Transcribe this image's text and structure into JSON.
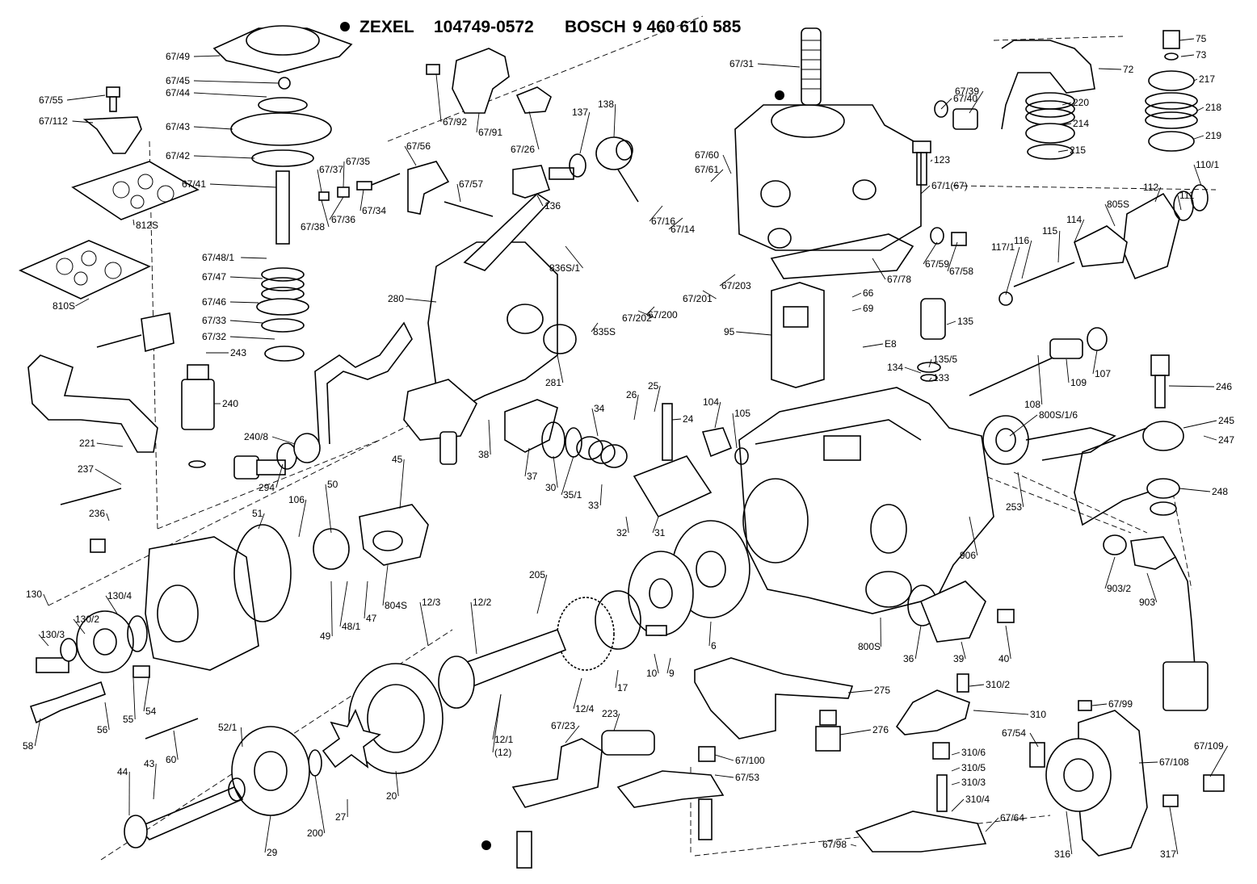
{
  "header": {
    "brand_1": "ZEXEL",
    "part_no_1": "104749-0572",
    "brand_2": "BOSCH",
    "part_no_2": "9 460 610 585"
  },
  "labels": [
    "67/49",
    "67/45",
    "67/44",
    "67/55",
    "67/112",
    "67/43",
    "67/42",
    "67/41",
    "812S",
    "810S",
    "67/48/1",
    "67/47",
    "67/46",
    "67/33",
    "67/32",
    "243",
    "240",
    "240/8",
    "221",
    "237",
    "236",
    "67/37",
    "67/35",
    "67/38",
    "67/36",
    "67/34",
    "67/56",
    "67/57",
    "67/92",
    "67/91",
    "67/26",
    "137",
    "138",
    "136",
    "67/31",
    "67/60",
    "67/61",
    "67/16",
    "67/14",
    "836S/1",
    "280",
    "835S",
    "67/202",
    "67/200",
    "67/201",
    "67/203",
    "67/40",
    "67/39",
    "123",
    "67/1(67)",
    "67/59",
    "67/58",
    "67/78",
    "66",
    "69",
    "95",
    "E8",
    "135",
    "135/5",
    "134",
    "133",
    "75",
    "73",
    "72",
    "217",
    "220",
    "218",
    "214",
    "219",
    "215",
    "112",
    "111",
    "110/1",
    "805S",
    "114",
    "115",
    "116",
    "117/1",
    "109",
    "107",
    "108",
    "246",
    "800S/1/6",
    "245",
    "247",
    "248",
    "253",
    "281",
    "26",
    "25",
    "24",
    "104",
    "105",
    "34",
    "38",
    "37",
    "30",
    "35/1",
    "33",
    "32",
    "31",
    "294",
    "51",
    "50",
    "106",
    "45",
    "130",
    "130/4",
    "130/2",
    "130/3",
    "49",
    "48/1",
    "47",
    "804S",
    "58",
    "56",
    "55",
    "54",
    "60",
    "52/1",
    "43",
    "44",
    "29",
    "200",
    "27",
    "20",
    "205",
    "12/2",
    "12/3",
    "12/4",
    "17",
    "10",
    "9",
    "6",
    "12/1",
    "(12)",
    "906",
    "903/2",
    "903",
    "800S",
    "36",
    "39",
    "40",
    "275",
    "276",
    "310/2",
    "310",
    "310/6",
    "310/5",
    "310/3",
    "310/4",
    "67/64",
    "67/98",
    "67/54",
    "67/99",
    "67/108",
    "67/109",
    "316",
    "317",
    "67/23",
    "223",
    "67/100",
    "67/53"
  ]
}
